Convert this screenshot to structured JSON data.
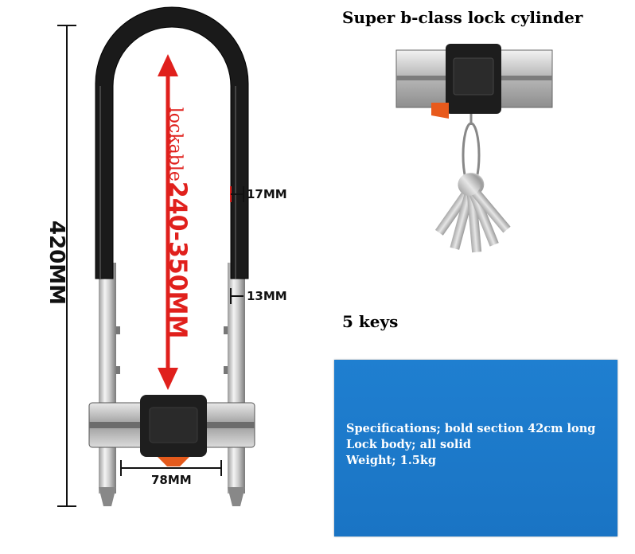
{
  "figure": {
    "height_label": "420MM",
    "range_small": "lockable",
    "range_big": "240-350MM",
    "thickness_upper": "17MM",
    "thickness_lower": "13MM",
    "width_label": "78MM"
  },
  "cylinder": {
    "title": "Super b-class lock cylinder"
  },
  "keys": {
    "label": "5 keys"
  },
  "specs": {
    "lines": [
      "Specifications; bold section 42cm long",
      "Lock body; all solid",
      "Weight; 1.5kg"
    ]
  },
  "colors": {
    "accent_red": "#e0201c",
    "panel_blue": "#1f7fd0",
    "shackle_black": "#1a1a1a"
  }
}
